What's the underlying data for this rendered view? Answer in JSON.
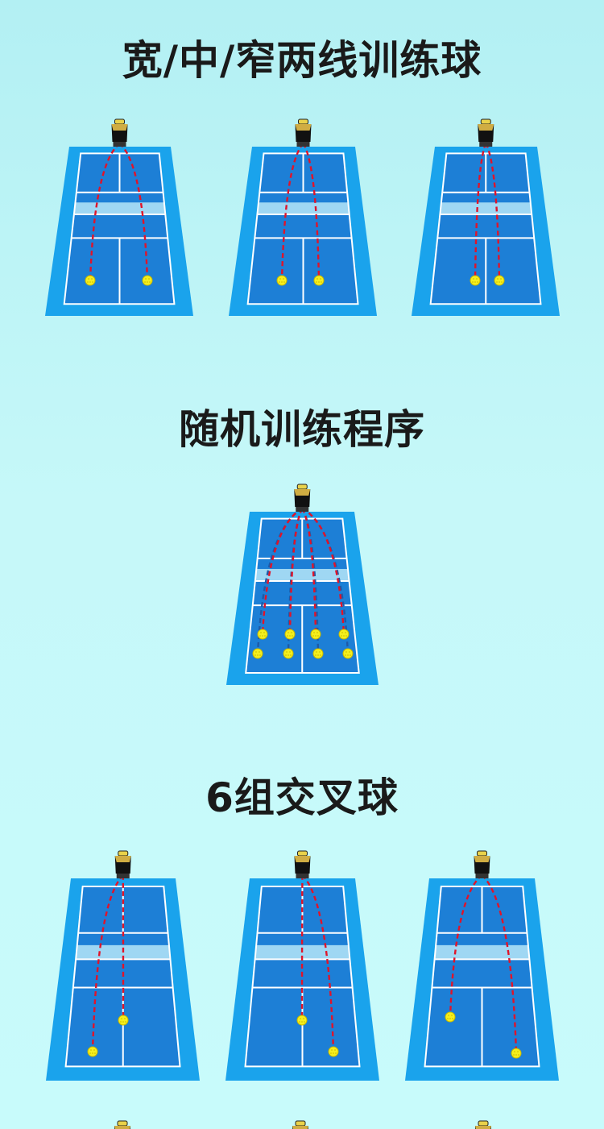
{
  "sections": [
    {
      "title": "宽/中/窄两线训练球"
    },
    {
      "title": "随机训练程序"
    },
    {
      "title": "6组交叉球"
    }
  ],
  "colors": {
    "court_surround": "#1aa3ec",
    "court_inner": "#1d7fd6",
    "court_lines": "#ffffff",
    "kitchen_band": "#9fd7f3",
    "trajectory_red": "#e0142a",
    "trajectory_blue": "#1e5aa8",
    "ball": "#f4ef1e"
  },
  "icons": {
    "machine": "ball-machine-icon",
    "ball": "pickleball-icon"
  }
}
